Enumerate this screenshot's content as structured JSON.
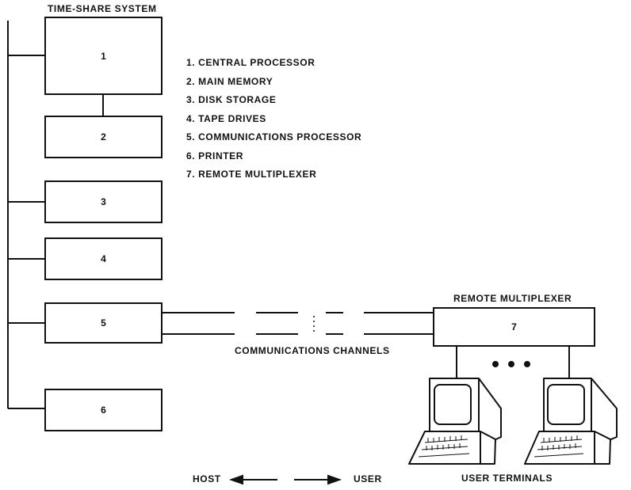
{
  "title": "TIME-SHARE SYSTEM",
  "boxes": [
    "1",
    "2",
    "3",
    "4",
    "5",
    "6"
  ],
  "legend": [
    "1.  CENTRAL PROCESSOR",
    "2.  MAIN MEMORY",
    "3.  DISK STORAGE",
    "4.  TAPE DRIVES",
    "5.  COMMUNICATIONS PROCESSOR",
    "6.  PRINTER",
    "7.  REMOTE MULTIPLEXER"
  ],
  "remote_multiplexer": {
    "title": "REMOTE MULTIPLEXER",
    "number": "7"
  },
  "channels_label": "COMMUNICATIONS CHANNELS",
  "host_label": "HOST",
  "user_label": "USER",
  "terminals_label": "USER TERMINALS"
}
